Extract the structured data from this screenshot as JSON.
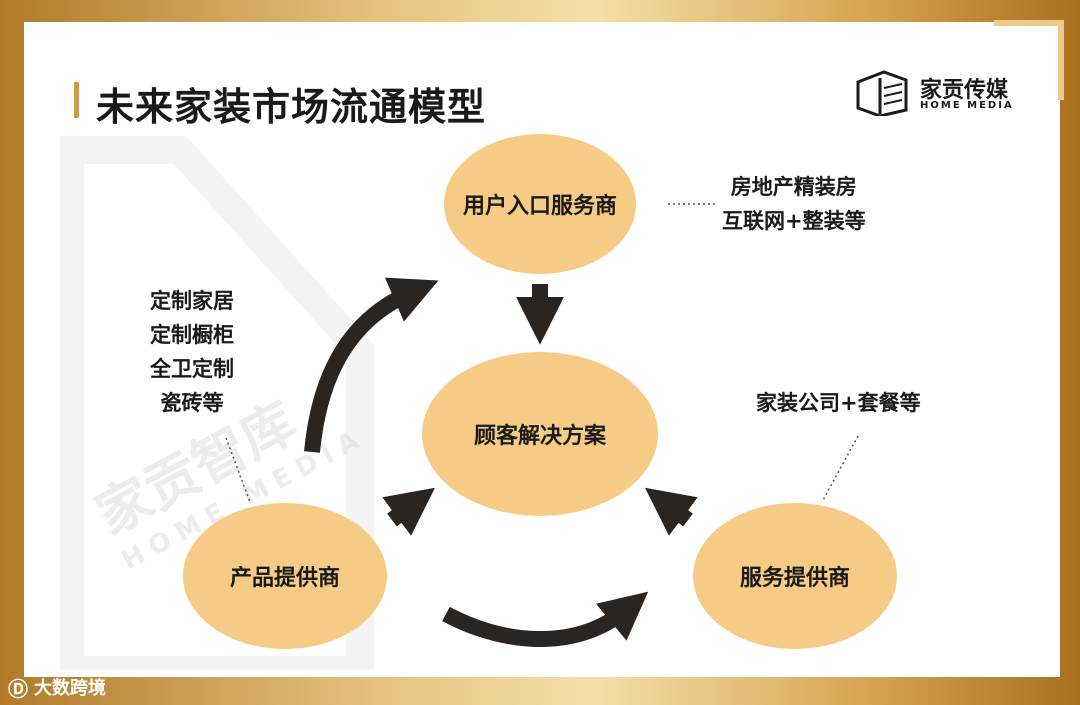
{
  "title": "未来家装市场流通模型",
  "logo": {
    "cn": "家贡传媒",
    "en": "HOME MEDIA"
  },
  "watermark": {
    "cn": "家贡智库",
    "en": "HOME MEDIA"
  },
  "nodes": {
    "entry": "用户入口服务商",
    "center": "顾客解决方案",
    "product": "产品提供商",
    "service": "服务提供商"
  },
  "notes": {
    "entry": [
      "房地产精装房",
      "互联网+整装等"
    ],
    "product": [
      "定制家居",
      "定制橱柜",
      "全卫定制",
      "瓷砖等"
    ],
    "service": [
      "家装公司+套餐等"
    ]
  },
  "footer": {
    "text": "大数跨境"
  },
  "colors": {
    "node_fill": "#f6cb86",
    "accent": "#d49a3f",
    "arrow": "#2b2522"
  }
}
